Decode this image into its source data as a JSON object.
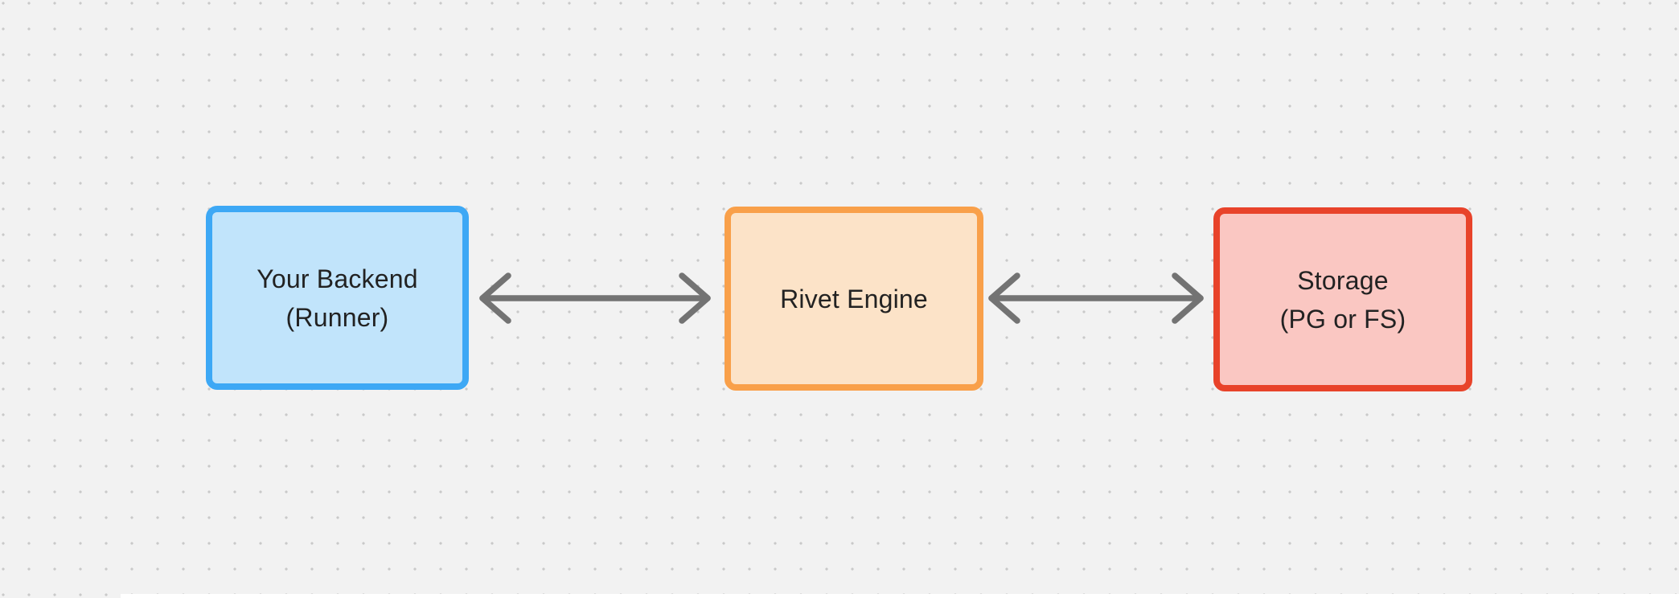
{
  "canvas": {
    "background_color": "#f2f2f2",
    "dot_grid_color": "#c9c9c9",
    "bottom_strip_color": "#ffffff"
  },
  "text": {
    "color": "#222222"
  },
  "nodes": [
    {
      "id": "your-backend",
      "label_line1": "Your Backend",
      "label_line2": "(Runner)",
      "border_color": "#3da8f5",
      "fill_color": "#c1e4fb"
    },
    {
      "id": "rivet-engine",
      "label_line1": "Rivet Engine",
      "label_line2": "",
      "border_color": "#f9a04a",
      "fill_color": "#fce3c8"
    },
    {
      "id": "storage",
      "label_line1": "Storage",
      "label_line2": "(PG or FS)",
      "border_color": "#e8432a",
      "fill_color": "#fac7c2"
    }
  ],
  "connectors": [
    {
      "id": "backend-engine",
      "type": "double-headed-arrow",
      "color": "#737373"
    },
    {
      "id": "engine-storage",
      "type": "double-headed-arrow",
      "color": "#737373"
    }
  ]
}
